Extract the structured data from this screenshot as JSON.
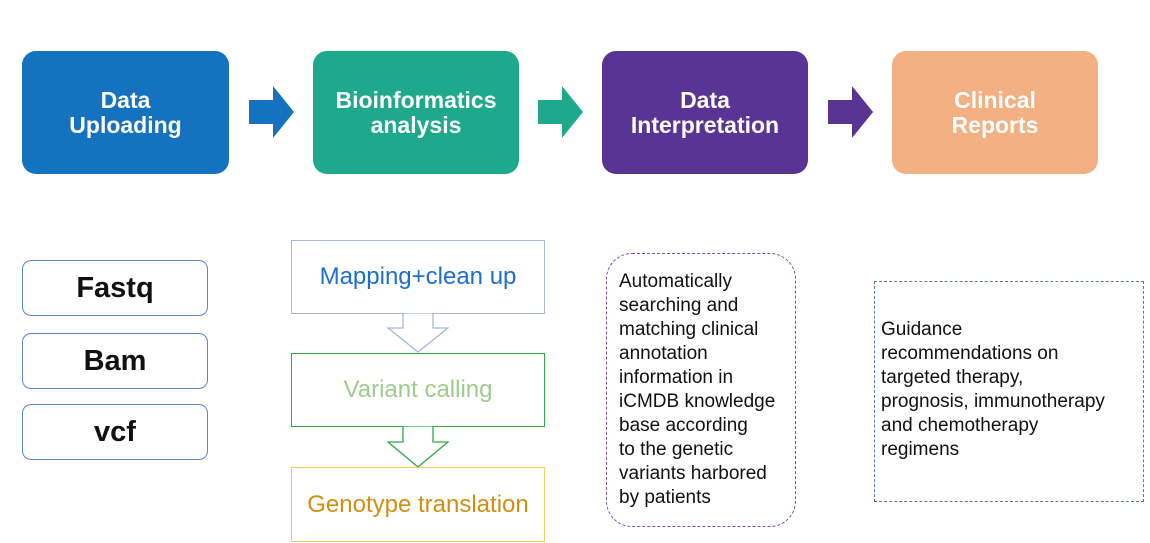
{
  "pipeline": {
    "stages": [
      {
        "lines": [
          "Data",
          "Uploading"
        ],
        "color": "#1572BF"
      },
      {
        "lines": [
          "Bioinformatics",
          "analysis"
        ],
        "color": "#1FA98C"
      },
      {
        "lines": [
          "Data",
          "Interpretation"
        ],
        "color": "#5A3494"
      },
      {
        "lines": [
          "Clinical",
          "Reports"
        ],
        "color": "#F3B082"
      }
    ],
    "arrow_colors": [
      "#1572BF",
      "#1FA98C",
      "#5A3494"
    ]
  },
  "formats": [
    "Fastq",
    "Bam",
    "vcf"
  ],
  "bioinformatics_steps": [
    {
      "label": "Mapping+clean up",
      "color": "#1A6FD4",
      "border": "#A7B8DD"
    },
    {
      "label": "Variant calling",
      "color": "#9CCD8E",
      "border": "#2FAA45"
    },
    {
      "label": "Genotype translation",
      "color": "#D38E12",
      "border": "#F2CC55"
    }
  ],
  "interpretation_text": [
    "Automatically",
    "searching and",
    "matching clinical",
    "annotation",
    "information in",
    "iCMDB knowledge",
    "base according",
    "to the genetic",
    "variants harbored",
    "by patients"
  ],
  "reports_text": [
    "Guidance",
    "recommendations on",
    "targeted therapy,",
    "prognosis, immunotherapy",
    "and chemotherapy",
    "regimens"
  ]
}
